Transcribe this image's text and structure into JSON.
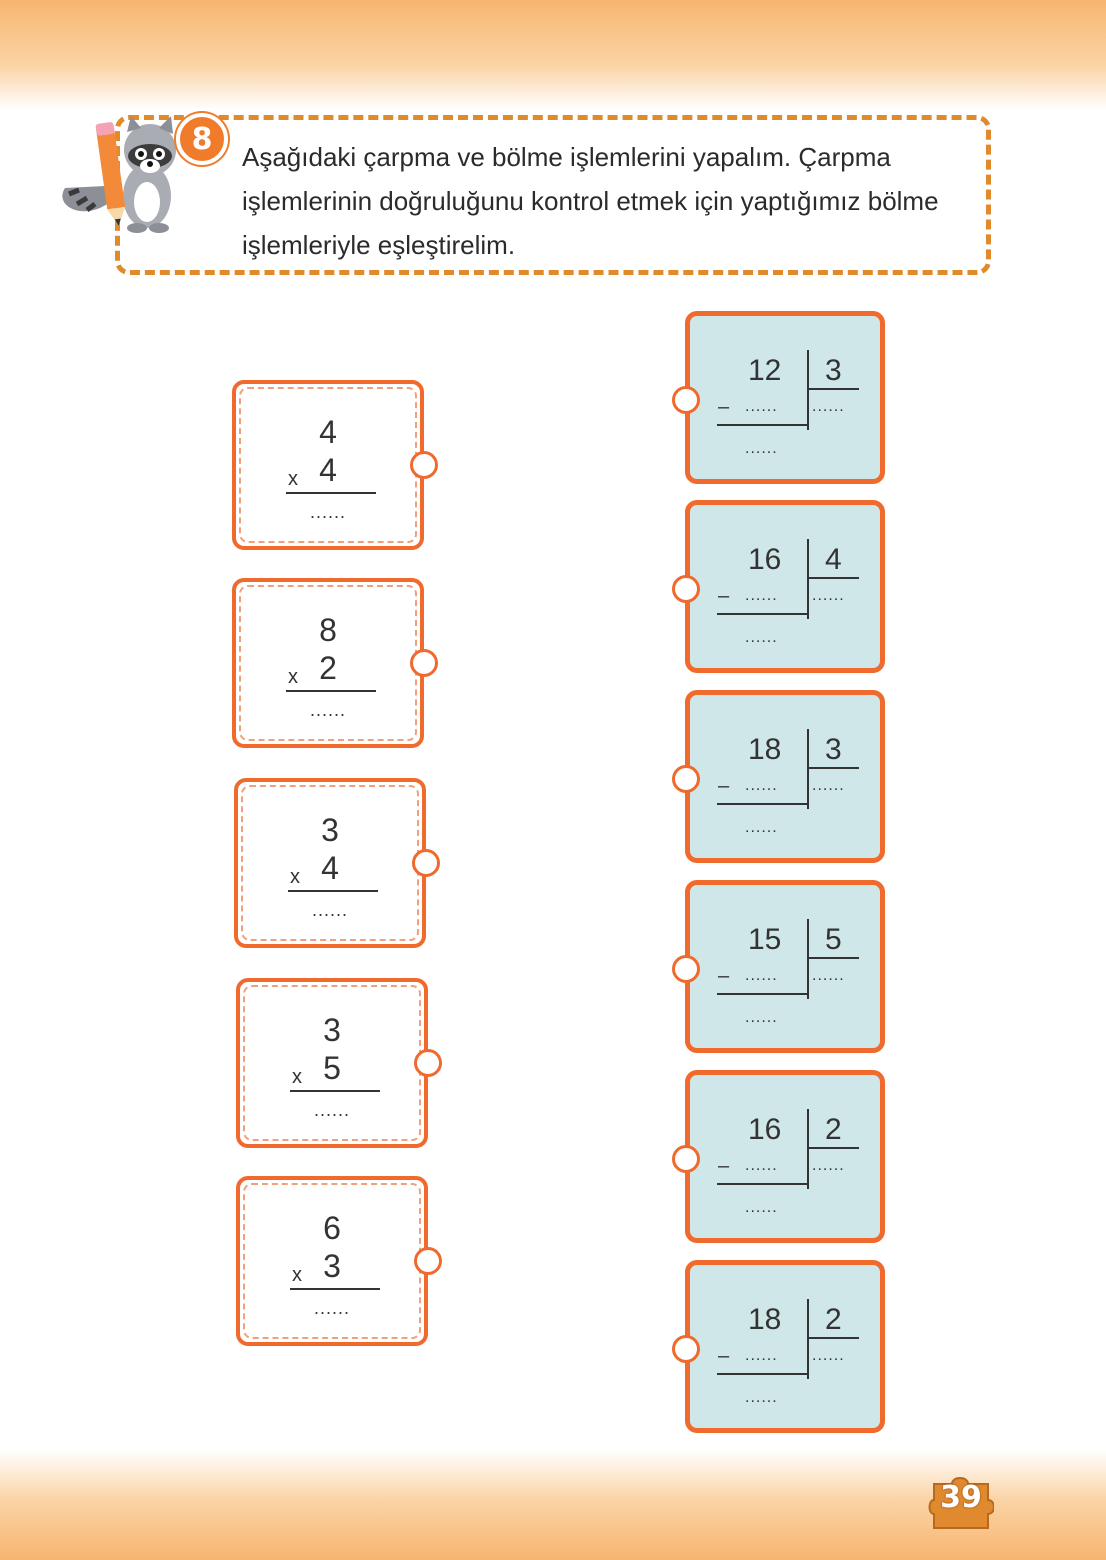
{
  "question": {
    "number": "8",
    "text": "Aşağıdaki çarpma ve bölme işlemlerini yapalım. Çarpma\nişlemlerinin doğruluğunu kontrol etmek için yaptığımız bölme\nişlemleriyle eşleştirelim."
  },
  "multiplication": [
    {
      "a": "4",
      "b": "4",
      "op": "x",
      "answer": "......"
    },
    {
      "a": "8",
      "b": "2",
      "op": "x",
      "answer": "......"
    },
    {
      "a": "3",
      "b": "4",
      "op": "x",
      "answer": "......"
    },
    {
      "a": "3",
      "b": "5",
      "op": "x",
      "answer": "......"
    },
    {
      "a": "6",
      "b": "3",
      "op": "x",
      "answer": "......"
    }
  ],
  "division": [
    {
      "dividend": "12",
      "divisor": "3",
      "minus": "–",
      "blank_sub": "......",
      "blank_quot": "......",
      "blank_rem": "......"
    },
    {
      "dividend": "16",
      "divisor": "4",
      "minus": "–",
      "blank_sub": "......",
      "blank_quot": "......",
      "blank_rem": "......"
    },
    {
      "dividend": "18",
      "divisor": "3",
      "minus": "–",
      "blank_sub": "......",
      "blank_quot": "......",
      "blank_rem": "......"
    },
    {
      "dividend": "15",
      "divisor": "5",
      "minus": "–",
      "blank_sub": "......",
      "blank_quot": "......",
      "blank_rem": "......"
    },
    {
      "dividend": "16",
      "divisor": "2",
      "minus": "–",
      "blank_sub": "......",
      "blank_quot": "......",
      "blank_rem": "......"
    },
    {
      "dividend": "18",
      "divisor": "2",
      "minus": "–",
      "blank_sub": "......",
      "blank_quot": "......",
      "blank_rem": "......"
    }
  ],
  "page": {
    "number": "39"
  },
  "colors": {
    "accent": "#ef6a2c",
    "card_fill": "#cfe7e8",
    "border_dash": "#e08a2c"
  },
  "icons": {
    "mascot": "raccoon-with-pencil-icon",
    "badge": "puzzle-piece-icon"
  }
}
